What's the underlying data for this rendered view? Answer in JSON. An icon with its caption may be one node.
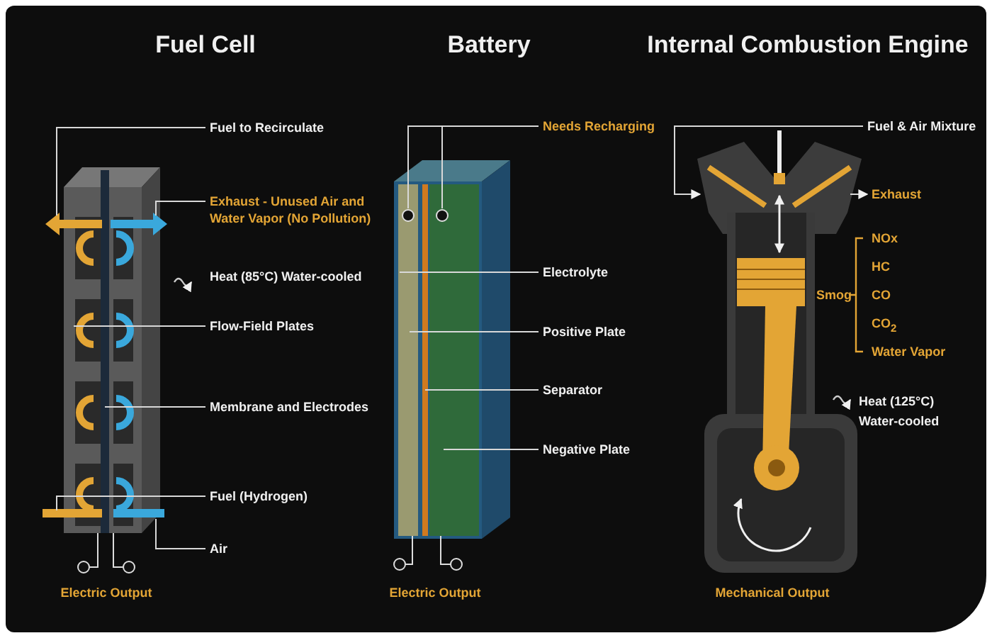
{
  "diagram": {
    "nodes": [
      {
        "text": [
          "Fuel to Recirculate"
        ]
      },
      {
        "text": [
          "Exhaust - Unused Air and Water Vapor (No Pollution)"
        ]
      },
      {
        "text": [
          "Flow-Field Plates"
        ]
      },
      {
        "text": [
          "Membrane and Electrodes"
        ]
      },
      {
        "text": [
          "Fuel (Hydrogen)"
        ]
      },
      {
        "text": [
          "Air"
        ]
      },
      {
        "text": [
          "Needs Recharging"
        ]
      },
      {
        "text": [
          "Electrolyte"
        ]
      },
      {
        "text": [
          "Positive Plate"
        ]
      },
      {
        "text": [
          "Separator"
        ]
      },
      {
        "text": [
          "Negative Plate"
        ]
      },
      {
        "text": [
          "Fuel & Air Mixture"
        ]
      },
      {
        "text": [
          "Exhaust"
        ]
      },
      {
        "text": [],
        "shape": "picture"
      },
      {
        "text": [],
        "shape": "picture"
      },
      {
        "text": [],
        "shape": "picture"
      }
    ],
    "edges": [
      {
        "from": 0,
        "to": 13,
        "arrow": "none"
      },
      {
        "from": 1,
        "to": 13,
        "arrow": "none"
      },
      {
        "from": 2,
        "to": 13,
        "arrow": "none"
      },
      {
        "from": 3,
        "to": 13,
        "arrow": "none"
      },
      {
        "from": 4,
        "to": 13,
        "arrow": "none"
      },
      {
        "from": 5,
        "to": 13,
        "arrow": "none"
      },
      {
        "from": 6,
        "to": 14,
        "arrow": "none"
      },
      {
        "from": 6,
        "to": 14,
        "arrow": "none"
      },
      {
        "from": 7,
        "to": 14,
        "arrow": "none"
      },
      {
        "from": 8,
        "to": 14,
        "arrow": "none"
      },
      {
        "from": 9,
        "to": 14,
        "arrow": "none"
      },
      {
        "from": 10,
        "to": 14,
        "arrow": "none"
      },
      {
        "from": 11,
        "to": 15,
        "arrow": "to"
      },
      {
        "from": 15,
        "to": 12,
        "arrow": "to"
      }
    ],
    "labels": [
      "Fuel Cell",
      "Battery",
      "Internal Combustion Engine",
      "Heat (85°C) Water-cooled",
      "Electric Output",
      "Electric Output",
      "Smog",
      "NOx",
      "HC",
      "CO",
      "CO$_{2}$",
      "Water Vapor",
      "Heat (125°C) Water-cooled",
      "Mechanical Output"
    ]
  }
}
